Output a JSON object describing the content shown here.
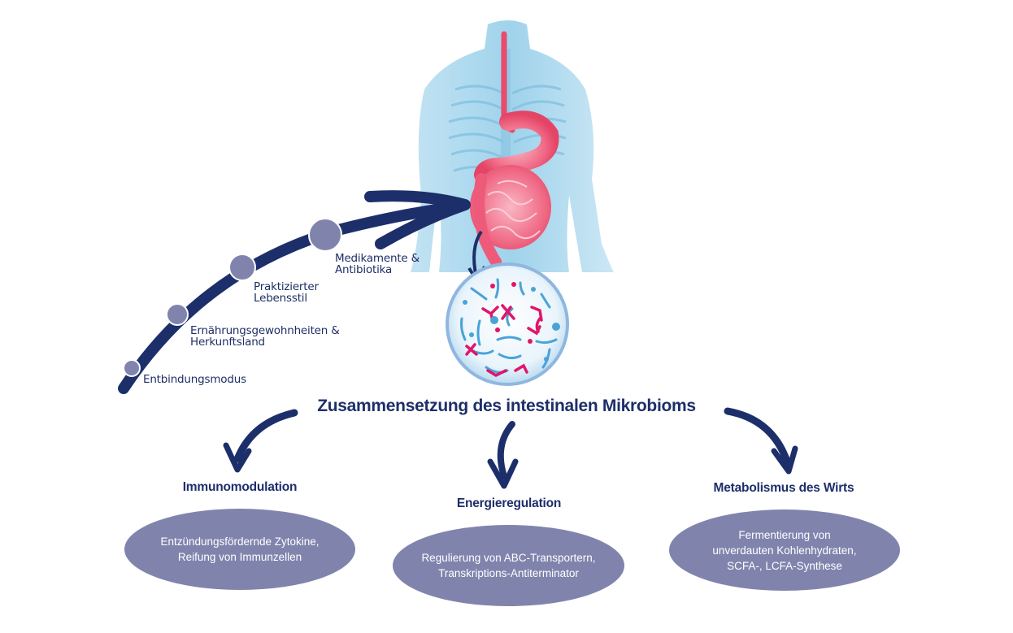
{
  "timeline": {
    "items": [
      {
        "label_lines": [
          "Entbindungsmodus"
        ]
      },
      {
        "label_lines": [
          "Ernährungsgewohnheiten &",
          "Herkunftsland"
        ]
      },
      {
        "label_lines": [
          "Praktizierter",
          "Lebensstil"
        ]
      },
      {
        "label_lines": [
          "Medikamente &",
          "Antibiotika"
        ]
      }
    ]
  },
  "center_title": "Zusammensetzung des intestinalen Mikrobioms",
  "outcomes": [
    {
      "title": "Immunomodulation",
      "detail_lines": [
        "Entzündungsfördernde Zytokine,",
        "Reifung von Immunzellen"
      ]
    },
    {
      "title": "Energieregulation",
      "detail_lines": [
        "Regulierung von ABC-Transportern,",
        "Transkriptions-Antiterminator"
      ]
    },
    {
      "title": "Metabolismus des Wirts",
      "detail_lines": [
        "Fermentierung von",
        "unverdauten Kohlenhydraten,",
        "SCFA-, LCFA-Synthese"
      ]
    }
  ],
  "colors": {
    "navy": "#1d2f6a",
    "dot": "#8084ad",
    "oval": "#8084ad",
    "body_blue": "#9fd3ec",
    "gut_red": "#ef5a78",
    "microbe_pink": "#e0156a",
    "microbe_blue": "#4aa3d8"
  }
}
